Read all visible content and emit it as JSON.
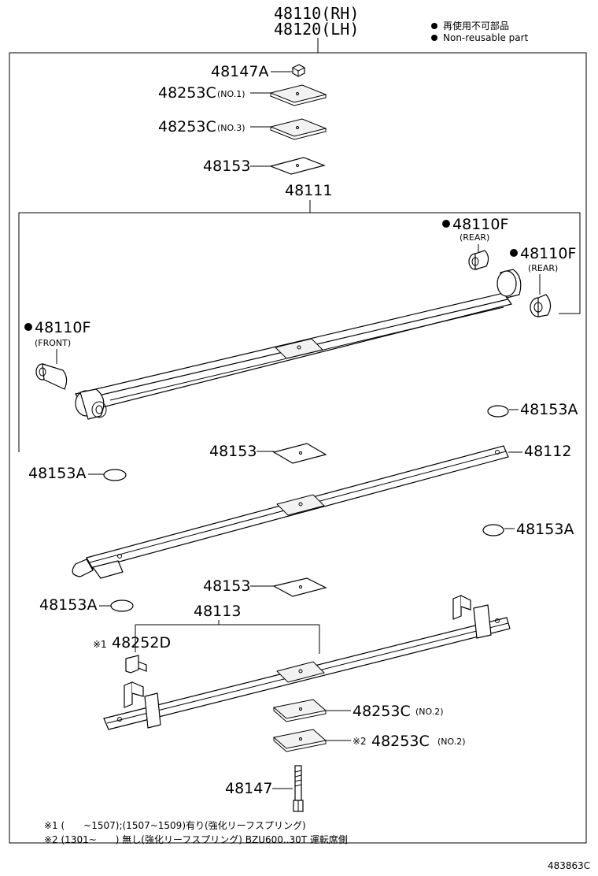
{
  "header": {
    "rh": "48110(RH)",
    "lh": "48120(LH)"
  },
  "legend": {
    "jp": "再使用不可部品",
    "en": "Non-reusable part"
  },
  "parts": {
    "p48147A": "48147A",
    "p48253C_no1": "48253C",
    "no1": "(NO.1)",
    "p48253C_no3": "48253C",
    "no3": "(NO.3)",
    "p48153_top": "48153",
    "p48111": "48111",
    "p48110F_rear1": "48110F",
    "rear1": "(REAR)",
    "p48110F_rear2": "48110F",
    "rear2": "(REAR)",
    "p48110F_front": "48110F",
    "front": "(FRONT)",
    "p48153A_r1": "48153A",
    "p48153_mid": "48153",
    "p48112": "48112",
    "p48153A_l1": "48153A",
    "p48153A_r2": "48153A",
    "p48153_low": "48153",
    "p48153A_l2": "48153A",
    "p48113": "48113",
    "mark1": "※1",
    "p48252D": "48252D",
    "p48253C_no2a": "48253C",
    "no2a": "(NO.2)",
    "mark2": "※2",
    "p48253C_no2b": "48253C",
    "no2b": "(NO.2)",
    "p48147": "48147"
  },
  "footnotes": {
    "n1": "※1 (　　~1507);(1507~1509)有り(強化リーフスプリング)",
    "n2": "※2 (1301~　　) 無し(強化リーフスプリング) BZU600..30T 運転席側"
  },
  "figure_id": "483863C"
}
